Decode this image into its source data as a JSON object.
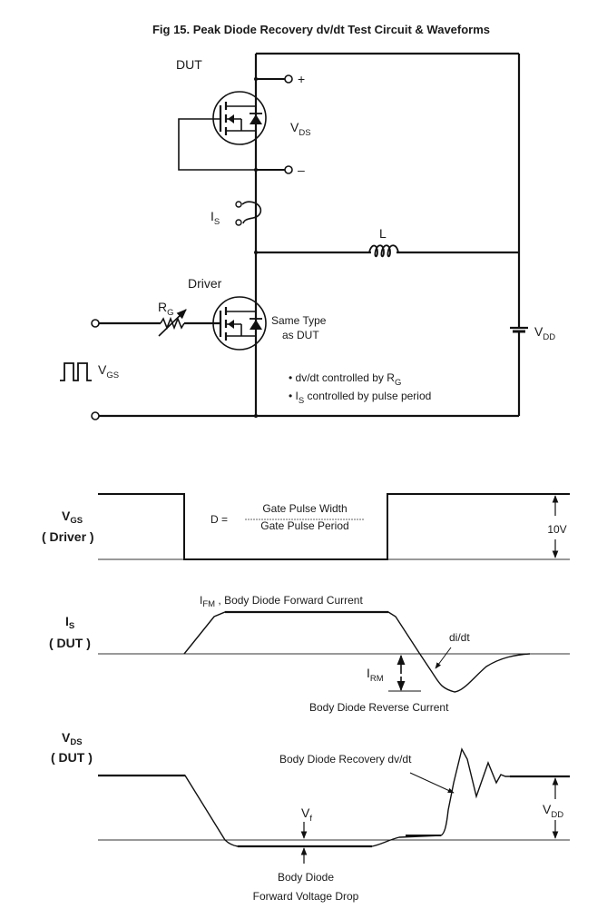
{
  "title": "Fig 15.  Peak Diode Recovery dv/dt Test Circuit  &  Waveforms",
  "circuit": {
    "dut_label": "DUT",
    "driver_label": "Driver",
    "vds": {
      "main": "V",
      "sub": "DS"
    },
    "plus": "+",
    "minus": "–",
    "is": {
      "main": "I",
      "sub": "S"
    },
    "inductor": "L",
    "rg": {
      "main": "R",
      "sub": "G"
    },
    "same_type": [
      "Same Type",
      "as DUT"
    ],
    "vgs": {
      "main": "V",
      "sub": "GS"
    },
    "vdd": {
      "main": "V",
      "sub": "DD"
    },
    "notes": [
      {
        "pre": "• dv/dt controlled by  R",
        "sub": "G",
        "post": ""
      },
      {
        "pre": "• I",
        "sub": "S",
        "post": " controlled by pulse period"
      }
    ]
  },
  "waveforms": {
    "vgs": {
      "label_main": "V",
      "label_sub": "GS",
      "label_paren": "( Driver )",
      "formula_lhs": "D =",
      "numerator": "Gate Pulse Width",
      "denominator": "Gate Pulse Period",
      "amplitude": "10V"
    },
    "is": {
      "label_main": "I",
      "label_sub": "S",
      "label_paren": "( DUT )",
      "ifm": {
        "main": "I",
        "sub": "FM",
        "post": " , Body Diode Forward Current"
      },
      "didt": "di/dt",
      "irm": {
        "main": "I",
        "sub": "RM"
      },
      "reverse": "Body Diode Reverse Current"
    },
    "vds": {
      "label_main": "V",
      "label_sub": "DS",
      "label_paren": "( DUT )",
      "recovery": "Body Diode Recovery dv/dt",
      "vf": {
        "main": "V",
        "sub": "f"
      },
      "vdd": {
        "main": "V",
        "sub": "DD"
      },
      "drop": [
        "Body Diode",
        "Forward Voltage Drop"
      ]
    }
  }
}
